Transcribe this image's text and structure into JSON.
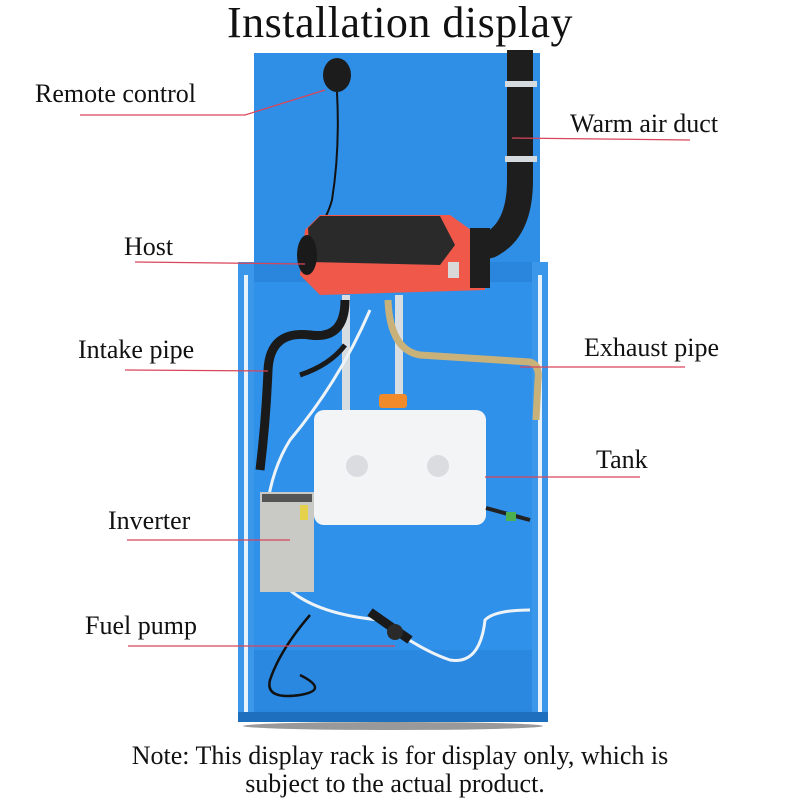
{
  "title": "Installation display",
  "labels": {
    "remote_control": "Remote control",
    "warm_air_duct": "Warm air duct",
    "host": "Host",
    "intake_pipe": "Intake pipe",
    "exhaust_pipe": "Exhaust pipe",
    "tank": "Tank",
    "inverter": "Inverter",
    "fuel_pump": "Fuel pump"
  },
  "note": {
    "line1": "Note: This display rack is for display only, which is",
    "line2": "subject to the actual product."
  },
  "colors": {
    "board_blue": "#2f8fe6",
    "rack_blue": "#2a86dc",
    "leader_line": "#d9455a",
    "heater_red": "#f0584a",
    "heater_black": "#2a2a2a",
    "tank_white": "#f3f4f6",
    "cap_orange": "#f08a2a",
    "text": "#111111"
  }
}
